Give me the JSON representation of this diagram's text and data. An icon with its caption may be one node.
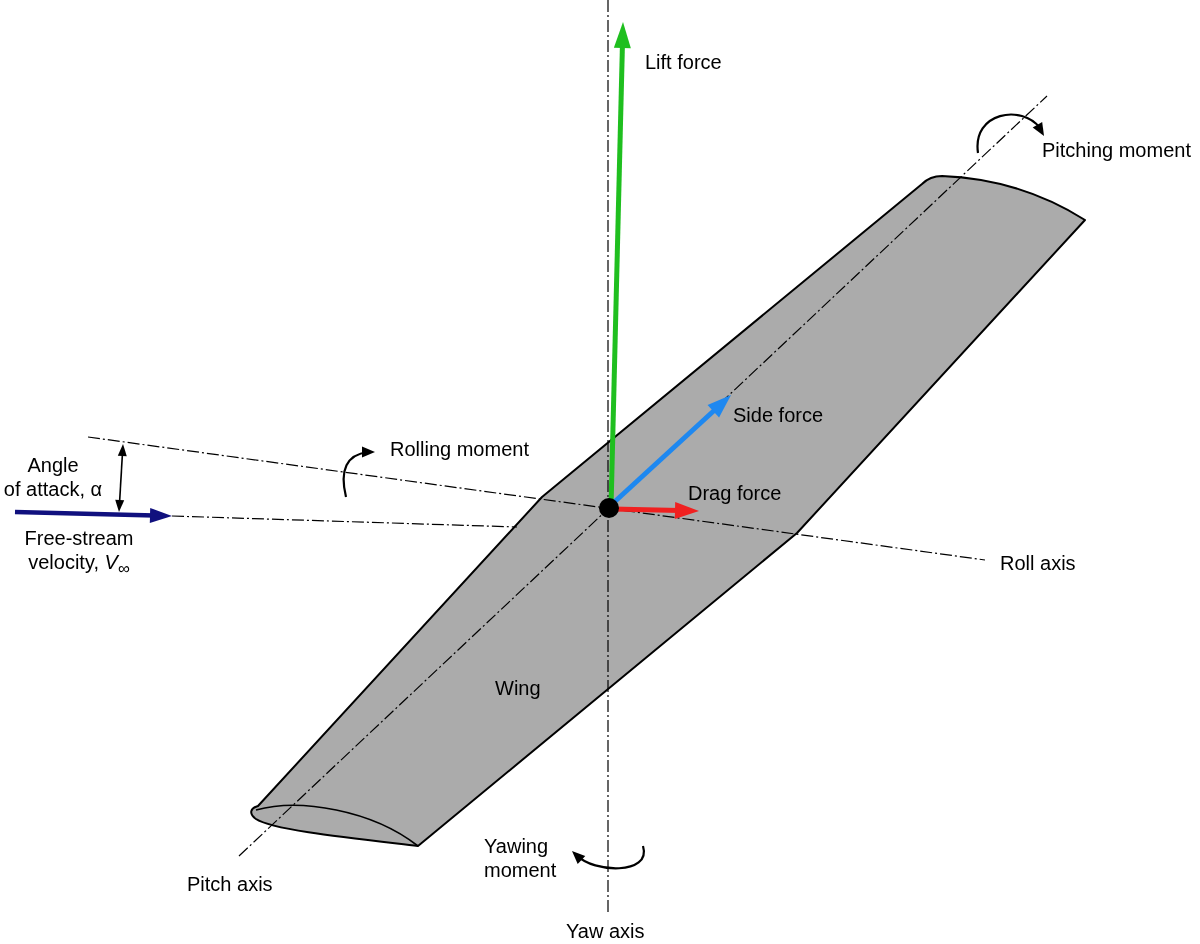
{
  "diagram": {
    "nodes": [
      {
        "text": [
          "Wing"
        ]
      }
    ],
    "labels": [
      "Lift force",
      "Pitching moment",
      "Side force",
      "Rolling moment",
      "Angle of attack, α",
      "Drag force",
      "Free-stream velocity, *V*$_{∞}$",
      "Roll axis",
      "Yawing moment",
      "Pitch axis",
      "Yaw axis"
    ]
  }
}
